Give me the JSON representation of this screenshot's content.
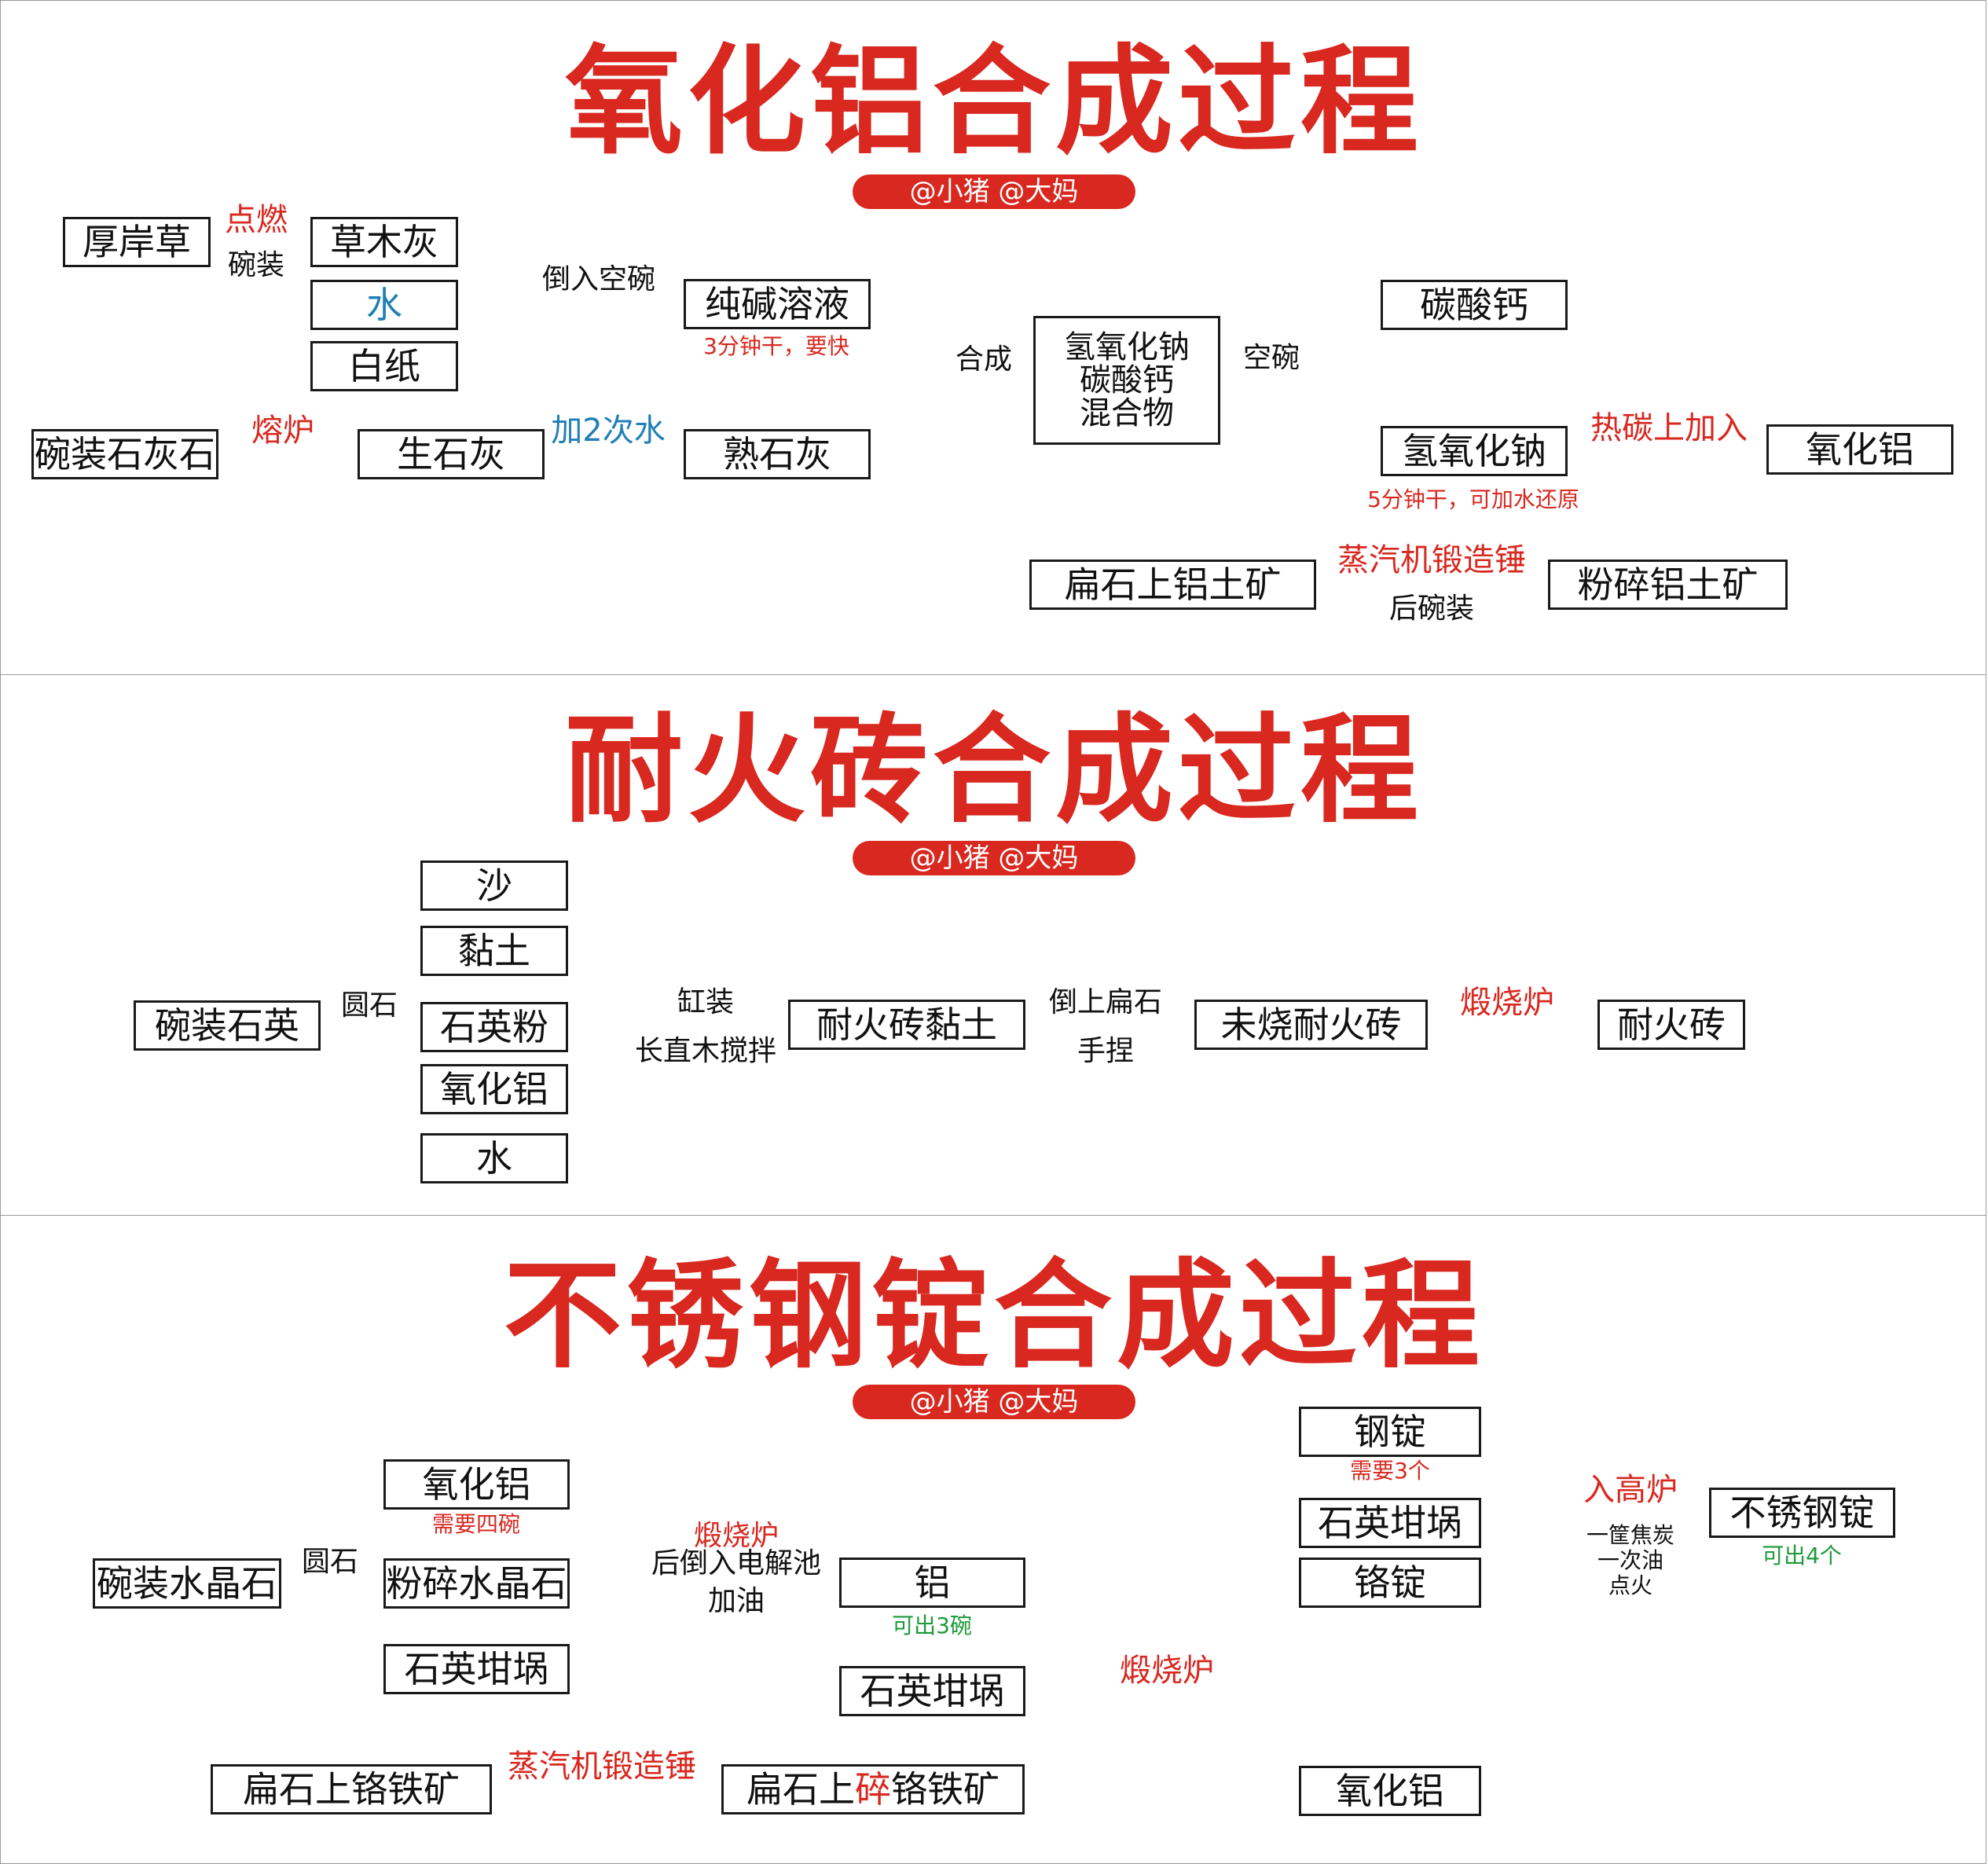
{
  "colors": {
    "accent": "#d8281f",
    "blue": "#1f7fb6",
    "green": "#1d9a3b"
  },
  "author_tag": "@小猪  @大妈",
  "panel1": {
    "title": "氧化铝合成过程",
    "boxes": {
      "houanc": "厚岸草",
      "caomuhui": "草木灰",
      "shui": "水",
      "baizhi": "白纸",
      "chunjian": "纯碱溶液",
      "hunhewu": [
        "氢氧化钠",
        "碳酸钙",
        "混合物"
      ],
      "tansuangai": "碳酸钙",
      "qingyanghuana": "氢氧化钠",
      "yanghualv": "氧化铝",
      "wanzhuangshihuishi": "碗装石灰石",
      "shengshihui": "生石灰",
      "shushihui": "熟石灰",
      "bianshi_lvtukuang": "扁石上铝土矿",
      "fensui_lvtukuang": "粉碎铝土矿"
    },
    "labels": {
      "dianran": "点燃",
      "wanzhuang": "碗装",
      "daorukongwan": "倒入空碗",
      "chunjian_note": "3分钟干，要快",
      "hecheng": "合成",
      "kongwan": "空碗",
      "rerongluu": "熔炉",
      "jia2cishui": "加2次水",
      "retanshang": "热碳上加入",
      "qingyanghuana_note": "5分钟干，可加水还原",
      "zhengqiji": "蒸汽机锻造锤",
      "houwanzhuang": "后碗装"
    }
  },
  "panel2": {
    "title": "耐火砖合成过程",
    "boxes": {
      "sha": "沙",
      "niantu": "黏土",
      "shiyingfen": "石英粉",
      "yanghualv": "氧化铝",
      "shui": "水",
      "wanzhuangshiying": "碗装石英",
      "naihuozhuanniantu": "耐火砖黏土",
      "weishaonaihuozhuan": "未烧耐火砖",
      "naihuozhuan": "耐火砖"
    },
    "labels": {
      "yuanshi": "圆石",
      "gangzhuang": "缸装",
      "changzhimu": "长直木搅拌",
      "daoshangbianshi": "倒上扁石",
      "shounie": "手捏",
      "duanshaolu": "煅烧炉"
    }
  },
  "panel3": {
    "title": "不锈钢锭合成过程",
    "boxes": {
      "yanghualv_a": "氧化铝",
      "fensuishuijingshi": "粉碎水晶石",
      "shiyingganguo_a": "石英坩埚",
      "wanzhuangshuijingshi": "碗装水晶石",
      "lv": "铝",
      "shiyingganguo_b": "石英坩埚",
      "bianshi_getiekuang": "扁石上铬铁矿",
      "gangding": "钢锭",
      "shiyingganguo_c": "石英坩埚",
      "geding": "铬锭",
      "yanghualv_b": "氧化铝",
      "buxiugangding": "不锈钢锭"
    },
    "bianshi_sui_parts": [
      "扁石上",
      "碎",
      "铬铁矿"
    ],
    "labels": {
      "xuyaosiwan": "需要四碗",
      "yuanshi": "圆石",
      "duanshaolu_a": "煅烧炉",
      "houdaorudianjiechi": "后倒入电解池",
      "jiayou": "加油",
      "kechu3wan": "可出3碗",
      "duanshaolu_b": "煅烧炉",
      "zhengqiji": "蒸汽机锻造锤",
      "xuyao3ge": "需要3个",
      "rugaolu": "入高炉",
      "yikuangjiaotan": "一筐焦炭",
      "yiciyou": "一次油",
      "dianhuo": "点火",
      "kechu4ge": "可出4个"
    }
  }
}
